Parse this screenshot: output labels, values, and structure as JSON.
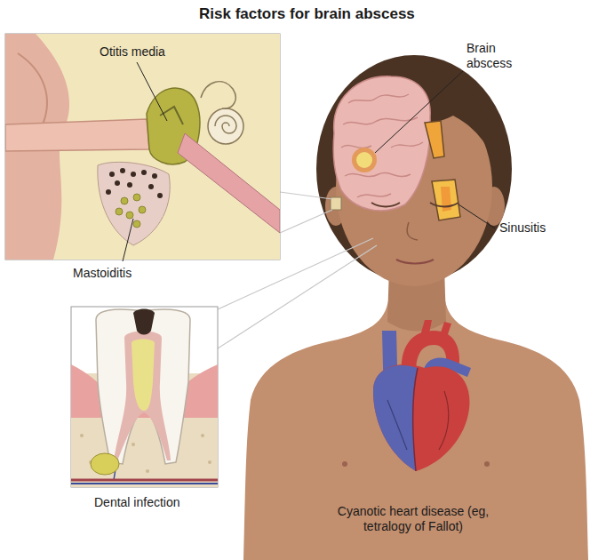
{
  "diagram": {
    "title": "Risk factors for brain abscess",
    "labels": [
      "Otitis media",
      "Brain abscess",
      "Sinusitis",
      "Mastoiditis",
      "Dental infection",
      "Cyanotic heart disease (eg, tetralogy of Fallot)"
    ]
  }
}
